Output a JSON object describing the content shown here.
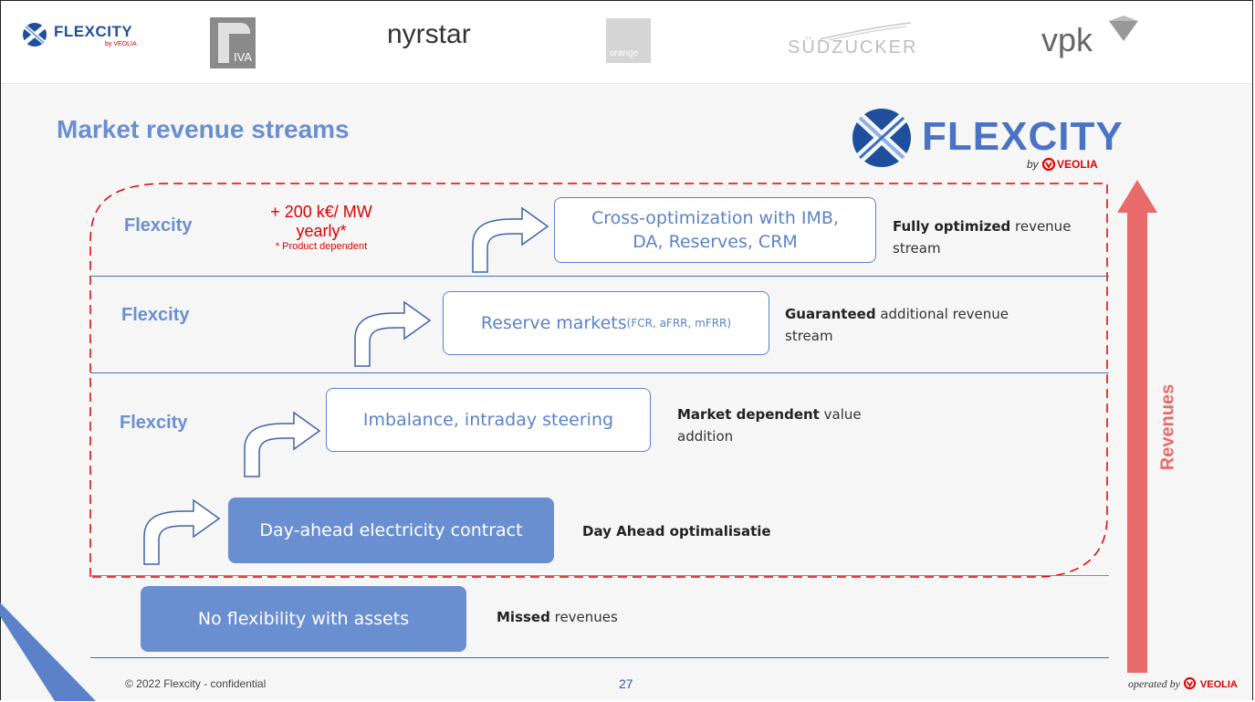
{
  "partner_logos": {
    "flexcity": "FLEXCITY",
    "flexcity_sub": "by VEOLIA",
    "iva": "IVA",
    "nyrstar": "nyrstar",
    "orange": "orange",
    "suedzucker": "SÜDZUCKER",
    "vpk": "vpk"
  },
  "slide": {
    "title": "Market revenue streams",
    "brand_logo": {
      "name": "FLEXCITY",
      "sub_by": "by",
      "sub_brand": "VEOLIA"
    },
    "rows": [
      {
        "label": "Flexcity",
        "highlight": {
          "line1": "+ 200 k€/ MW",
          "line2": "yearly*",
          "note": "* Product dependent"
        },
        "box_line1": "Cross-optimization with IMB,",
        "box_line2": "DA, Reserves, CRM",
        "desc_bold": "Fully optimized",
        "desc_rest": " revenue stream"
      },
      {
        "label": "Flexcity",
        "box_main": "Reserve markets ",
        "box_small": "(FCR, aFRR, mFRR)",
        "desc_bold": "Guaranteed",
        "desc_rest": " additional revenue stream"
      },
      {
        "label": "Flexcity",
        "box_main": "Imbalance, intraday steering",
        "desc_bold": "Market dependent",
        "desc_rest": " value addition"
      },
      {
        "box_main": "Day-ahead electricity contract",
        "desc_bold": "Day Ahead optimalisatie",
        "desc_rest": ""
      },
      {
        "box_main": "No flexibility with assets",
        "desc_bold": "Missed",
        "desc_rest": " revenues"
      }
    ],
    "revenues_label": "Revenues"
  },
  "footer": {
    "copyright": "© 2022 Flexcity - confidential",
    "page_number": "27",
    "operated_by": "operated by",
    "operated_brand": "VEOLIA"
  },
  "colors": {
    "accent_blue": "#6a8fd0",
    "line_blue": "#4a6fb5",
    "red": "#e00000",
    "arrow_red": "#e86a6a"
  }
}
